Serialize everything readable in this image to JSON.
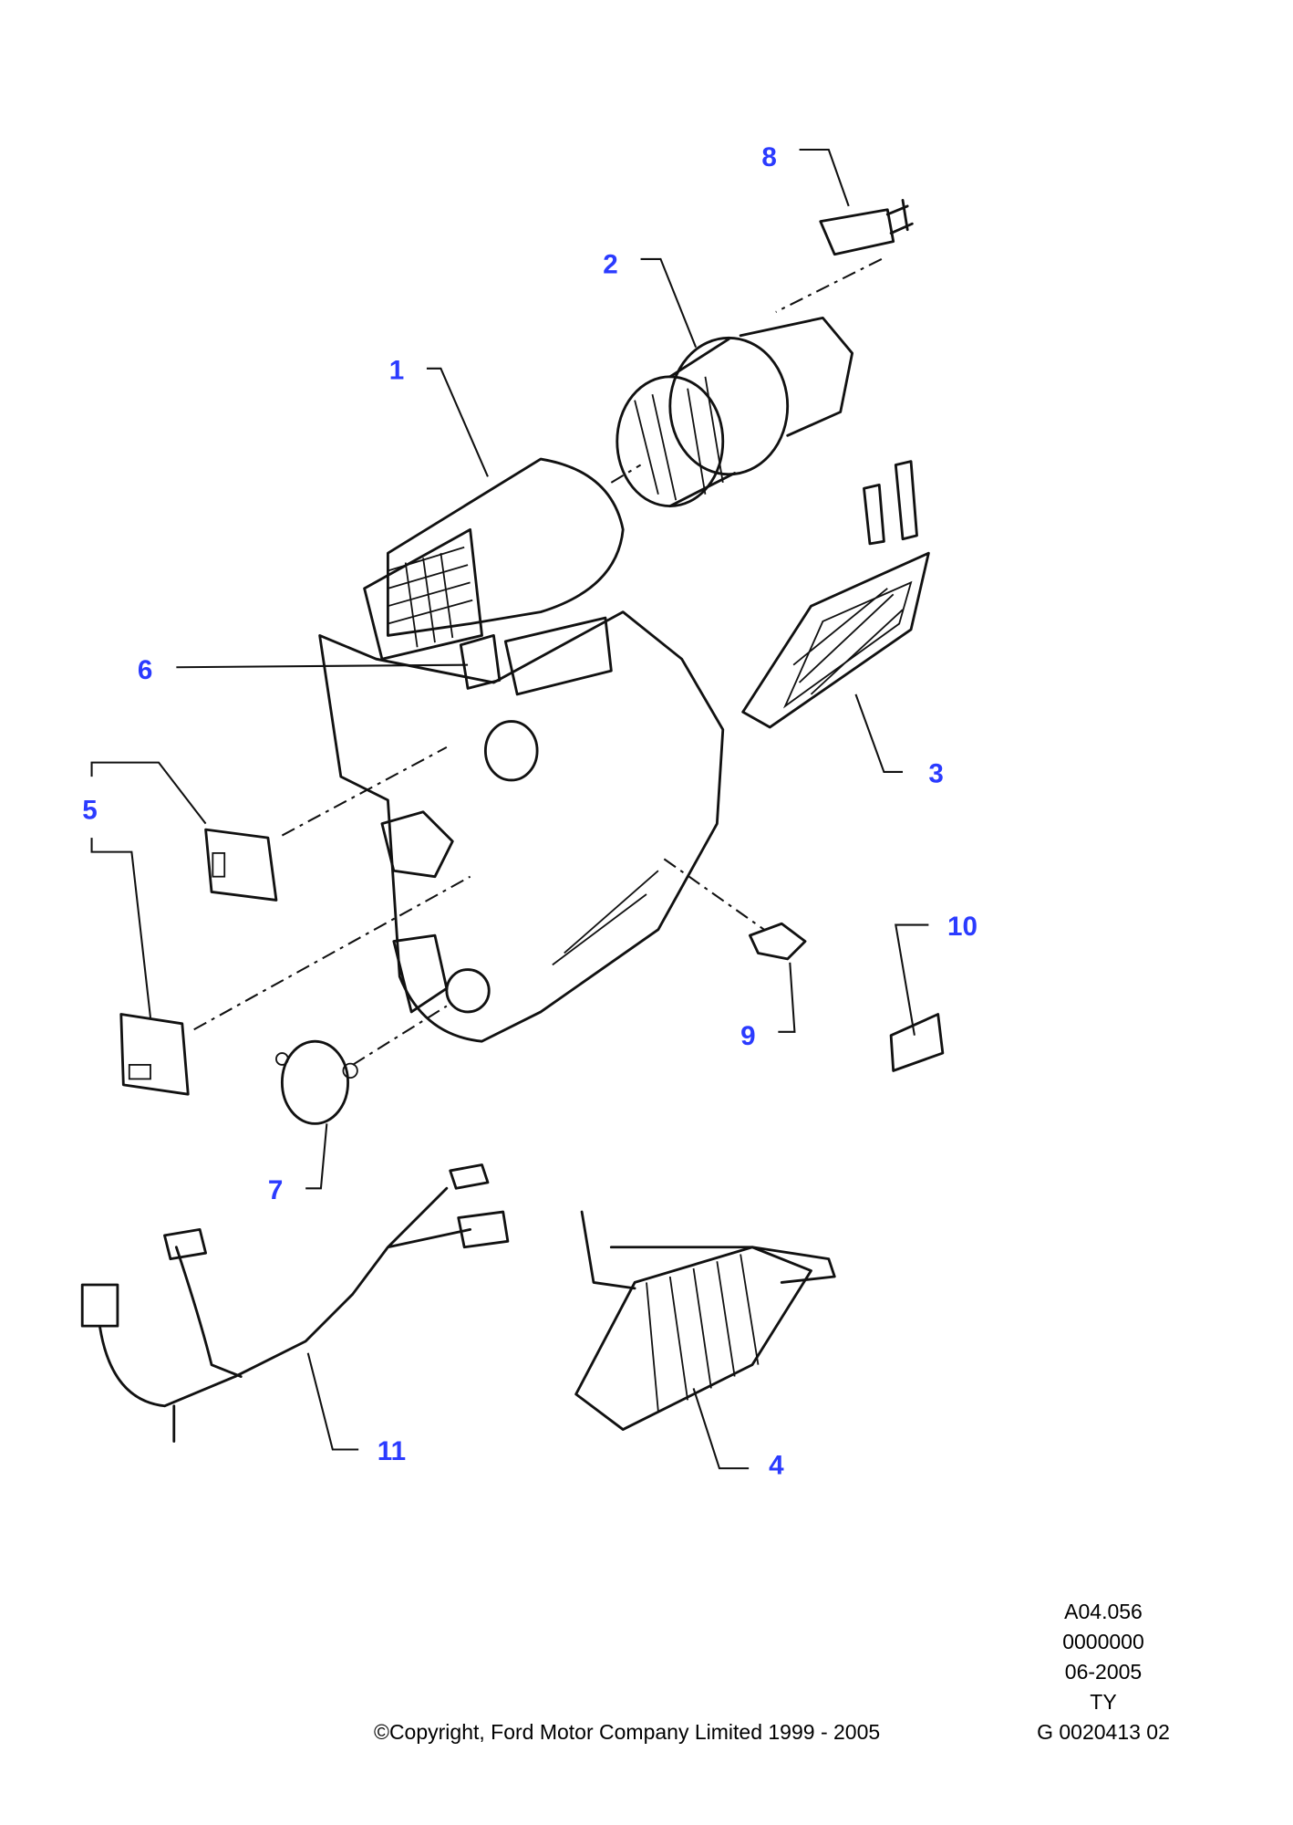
{
  "callouts": [
    "1",
    "2",
    "3",
    "4",
    "5",
    "6",
    "7",
    "8",
    "9",
    "10",
    "11"
  ],
  "reference": {
    "line1": "A04.056",
    "line2": "0000000",
    "line3": "06-2005",
    "line4": "TY",
    "line5": "G 0020413 02"
  },
  "copyright": "©Copyright, Ford Motor Company Limited 1999 - 2005",
  "colors": {
    "callout": "#2b3bff",
    "line": "#111111"
  }
}
